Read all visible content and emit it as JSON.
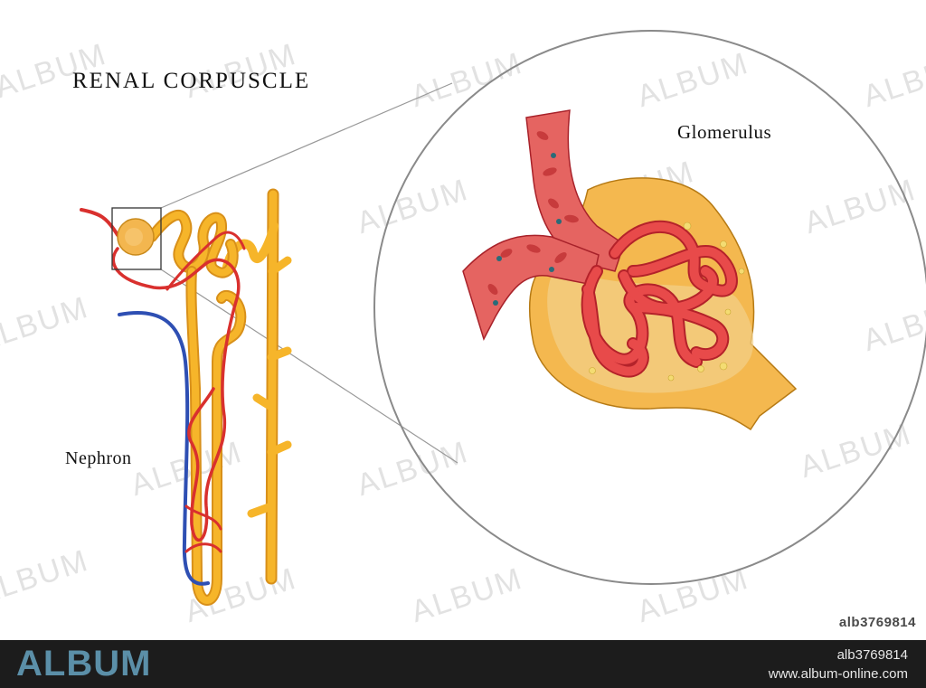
{
  "diagram": {
    "title": "RENAL CORPUSCLE",
    "labels": {
      "nephron": "Nephron",
      "glomerulus": "Glomerulus"
    },
    "colors": {
      "tubule": "#f6b52a",
      "tubule_edge": "#d8901a",
      "artery": "#d9302e",
      "vein": "#2e4fb3",
      "capsule_fill": "#f3b64f",
      "capillary": "#e84a4a",
      "capillary_edge": "#b4222a",
      "magnifier_ring": "#888888"
    }
  },
  "watermark": {
    "text": "ALBUM",
    "stock_id": "alb3769814"
  },
  "footer": {
    "logo": "ALBUM",
    "stock_id": "alb3769814",
    "url": "www.album-online.com"
  }
}
